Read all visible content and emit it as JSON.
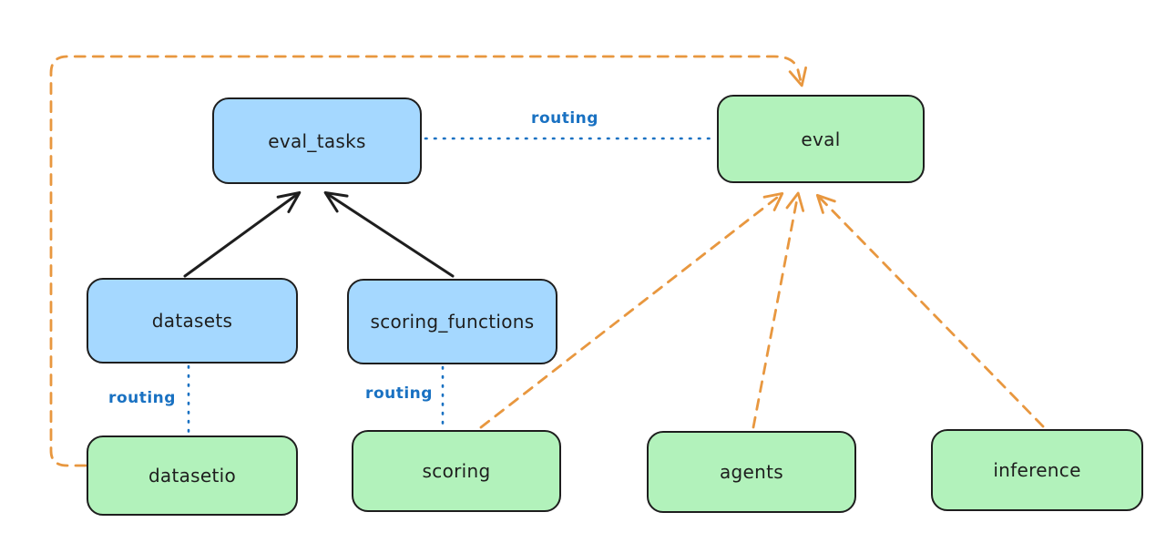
{
  "colors": {
    "node-blue-fill": "#a5d8ff",
    "node-green-fill": "#b2f2bb",
    "node-stroke": "#1e1e1e",
    "edge-black": "#1e1e1e",
    "edge-blue": "#1971c2",
    "edge-orange": "#e8973f",
    "background": "#ffffff"
  },
  "diagram": {
    "nodes": {
      "eval_tasks": {
        "label": "eval_tasks",
        "fill": "blue"
      },
      "eval": {
        "label": "eval",
        "fill": "green"
      },
      "datasets": {
        "label": "datasets",
        "fill": "blue"
      },
      "scoring_functions": {
        "label": "scoring_functions",
        "fill": "blue"
      },
      "datasetio": {
        "label": "datasetio",
        "fill": "green"
      },
      "scoring": {
        "label": "scoring",
        "fill": "green"
      },
      "agents": {
        "label": "agents",
        "fill": "green"
      },
      "inference": {
        "label": "inference",
        "fill": "green"
      }
    },
    "edges": [
      {
        "from": "datasets",
        "to": "eval_tasks",
        "style": "solid",
        "color": "black",
        "arrow": true
      },
      {
        "from": "scoring_functions",
        "to": "eval_tasks",
        "style": "solid",
        "color": "black",
        "arrow": true
      },
      {
        "from": "eval_tasks",
        "to": "eval",
        "style": "dotted",
        "color": "blue",
        "arrow": false,
        "label": "routing"
      },
      {
        "from": "datasets",
        "to": "datasetio",
        "style": "dotted",
        "color": "blue",
        "arrow": false,
        "label": "routing"
      },
      {
        "from": "scoring_functions",
        "to": "scoring",
        "style": "dotted",
        "color": "blue",
        "arrow": false,
        "label": "routing"
      },
      {
        "from": "datasetio",
        "to": "eval",
        "style": "dashed",
        "color": "orange",
        "arrow": true
      },
      {
        "from": "scoring",
        "to": "eval",
        "style": "dashed",
        "color": "orange",
        "arrow": true
      },
      {
        "from": "agents",
        "to": "eval",
        "style": "dashed",
        "color": "orange",
        "arrow": true
      },
      {
        "from": "inference",
        "to": "eval",
        "style": "dashed",
        "color": "orange",
        "arrow": true
      }
    ],
    "edge_labels": {
      "routing_eval_tasks_eval": "routing",
      "routing_datasets_datasetio": "routing",
      "routing_scoring_functions_scoring": "routing"
    }
  }
}
